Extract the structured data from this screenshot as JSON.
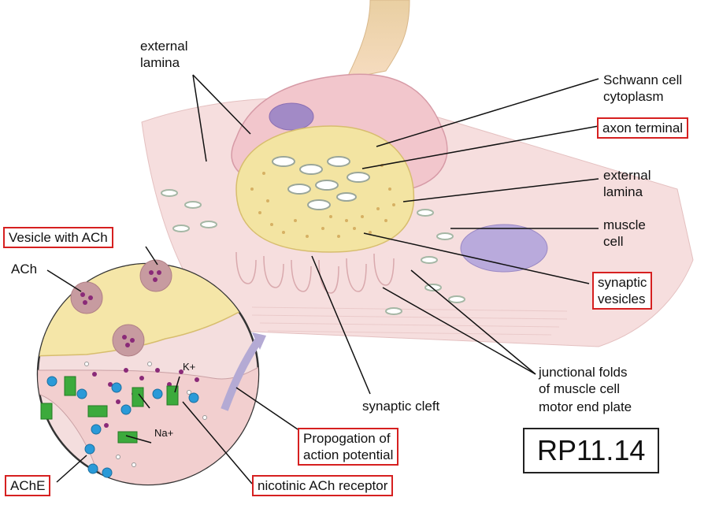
{
  "labels": {
    "external_lamina_top": "external\nlamina",
    "schwann": "Schwann cell\ncytoplasm",
    "axon_terminal": "axon terminal",
    "external_lamina_right": "external\nlamina",
    "muscle_cell": "muscle\ncell",
    "synaptic_vesicles": "synaptic\nvesicles",
    "junctional_folds": "junctional folds\nof muscle cell",
    "motor_end_plate": "motor end plate",
    "synaptic_cleft": "synaptic cleft",
    "vesicle_with_ach": "Vesicle with ACh",
    "ach": "ACh",
    "ache": "AChE",
    "propogation": "Propogation of\naction potential",
    "nicotinic": "nicotinic ACh receptor",
    "k_ion": "K+",
    "na_ion": "Na+"
  },
  "badge": "RP11.14",
  "colors": {
    "highlight_border": "#d62020",
    "muscle_pink": "#f2cccc",
    "axon_yellow": "#f5e6a8",
    "receptor_green": "#3caa3c",
    "ache_blue": "#2a9ad8",
    "vesicle_purple": "#8a2a78"
  }
}
